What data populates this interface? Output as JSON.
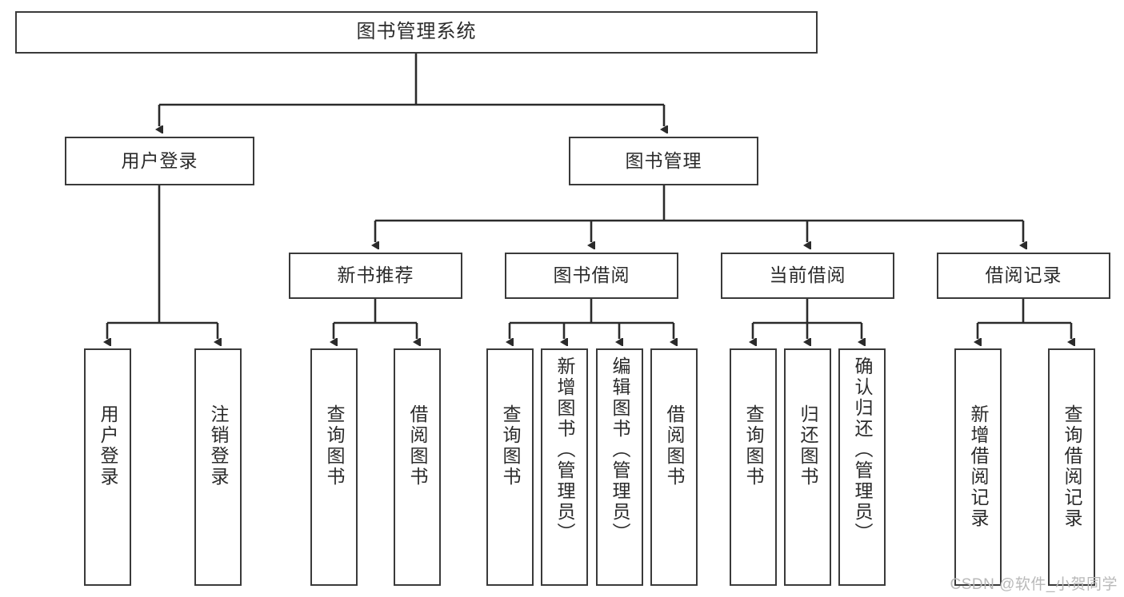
{
  "diagram": {
    "title": "图书管理系统",
    "type": "tree-hierarchy",
    "watermark": "CSDN @软件_小贺同学",
    "colors": {
      "box_border": "#3a3a3a",
      "box_fill": "#ffffff",
      "connector": "#2b2b2b",
      "text": "#2b2b2b",
      "watermark": "#b9b9b9"
    },
    "root": {
      "label": "图书管理系统"
    },
    "level2": [
      {
        "label": "用户登录"
      },
      {
        "label": "图书管理"
      }
    ],
    "level3": [
      {
        "label": "新书推荐"
      },
      {
        "label": "图书借阅"
      },
      {
        "label": "当前借阅"
      },
      {
        "label": "借阅记录"
      }
    ],
    "leaves": {
      "user_login": [
        {
          "label": "用户登录"
        },
        {
          "label": "注销登录"
        }
      ],
      "new_book": [
        {
          "label": "查询图书"
        },
        {
          "label": "借阅图书"
        }
      ],
      "book_borrow": [
        {
          "label": "查询图书"
        },
        {
          "label": "新增图书（管理员）"
        },
        {
          "label": "编辑图书（管理员）"
        },
        {
          "label": "借阅图书"
        }
      ],
      "current_borrow": [
        {
          "label": "查询图书"
        },
        {
          "label": "归还图书"
        },
        {
          "label": "确认归还（管理员）"
        }
      ],
      "borrow_record": [
        {
          "label": "新增借阅记录"
        },
        {
          "label": "查询借阅记录"
        }
      ]
    }
  }
}
